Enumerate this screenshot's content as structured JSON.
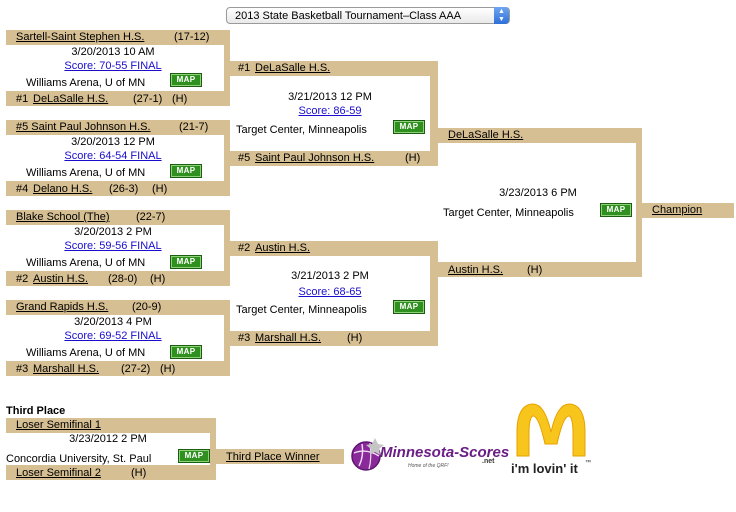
{
  "tournament_select": {
    "selected": "2013 State Basketball Tournament–Class AAA"
  },
  "map_label": "MAP",
  "quarterfinals": [
    {
      "top_team": "Sartell-Saint Stephen H.S.",
      "top_record": "(17-12)",
      "date": "3/20/2013 10 AM",
      "score": "Score: 70-55 FINAL",
      "venue": "Williams Arena, U of MN",
      "bottom_seed": "#1",
      "bottom_team": "DeLaSalle H.S.",
      "bottom_record": "(27-1)",
      "bottom_flag": "(H)"
    },
    {
      "top_team": "#5 Saint Paul Johnson H.S.",
      "top_record": "(21-7)",
      "date": "3/20/2013 12 PM",
      "score": "Score: 64-54 FINAL",
      "venue": "Williams Arena, U of MN",
      "bottom_seed": "#4",
      "bottom_team": "Delano H.S.",
      "bottom_record": "(26-3)",
      "bottom_flag": "(H)"
    },
    {
      "top_team": "Blake School (The)",
      "top_record": "(22-7)",
      "date": "3/20/2013 2 PM",
      "score": "Score: 59-56 FINAL",
      "venue": "Williams Arena, U of MN",
      "bottom_seed": "#2",
      "bottom_team": "Austin H.S.",
      "bottom_record": "(28-0)",
      "bottom_flag": "(H)"
    },
    {
      "top_team": "Grand Rapids H.S.",
      "top_record": "(20-9)",
      "date": "3/20/2013 4 PM",
      "score": "Score: 69-52 FINAL",
      "venue": "Williams Arena, U of MN",
      "bottom_seed": "#3",
      "bottom_team": "Marshall H.S.",
      "bottom_record": "(27-2)",
      "bottom_flag": "(H)"
    }
  ],
  "semifinals": [
    {
      "top_seed": "#1",
      "top_team": "DeLaSalle H.S.",
      "date": "3/21/2013 12 PM",
      "score": "Score: 86-59",
      "venue": "Target Center, Minneapolis",
      "bottom_seed": "#5",
      "bottom_team": "Saint Paul Johnson H.S.",
      "bottom_flag": "(H)"
    },
    {
      "top_seed": "#2",
      "top_team": "Austin H.S.",
      "date": "3/21/2013 2 PM",
      "score": "Score: 68-65",
      "venue": "Target Center, Minneapolis",
      "bottom_seed": "#3",
      "bottom_team": "Marshall H.S.",
      "bottom_flag": "(H)"
    }
  ],
  "final": {
    "top_team": "DeLaSalle H.S.",
    "date": "3/23/2013 6 PM",
    "venue": "Target Center, Minneapolis",
    "bottom_team": "Austin H.S.",
    "bottom_flag": "(H)",
    "champion": "Champion"
  },
  "third_place": {
    "heading": "Third Place",
    "top_team": "Loser Semifinal 1",
    "date": "3/23/2012 2 PM",
    "venue": "Concordia University, St. Paul",
    "bottom_team": "Loser Semifinal 2",
    "bottom_flag": "(H)",
    "winner": "Third Place Winner"
  },
  "sponsors": {
    "minnesota_scores": {
      "name": "Minnesota-Scores",
      "suffix": ".net",
      "tagline": "Home of the QRF!"
    },
    "mcdonalds": {
      "slogan": "i'm lovin' it",
      "tm": "™"
    }
  }
}
